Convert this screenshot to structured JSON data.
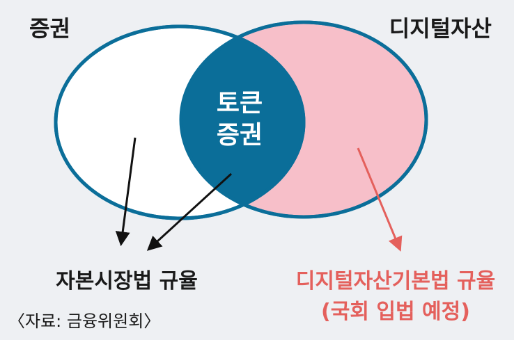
{
  "diagram": {
    "left_set": {
      "label": "증권"
    },
    "right_set": {
      "label": "디지털자산"
    },
    "intersection": {
      "line1": "토큰",
      "line2": "증권"
    },
    "left_regulation": {
      "label": "자본시장법 규율"
    },
    "right_regulation": {
      "line1": "디지털자산기본법 규율",
      "line2": "(국회 입법 예정)"
    },
    "source": "〈자료: 금융위원회〉"
  },
  "colors": {
    "background": "#eef0f3",
    "left_fill": "#ffffff",
    "right_fill": "#f7bfc9",
    "intersection_fill": "#0b6e99",
    "outline": "#0b6e99",
    "text_dark": "#1a1a1a",
    "text_accent": "#e4605c",
    "arrow_dark": "#111111",
    "arrow_accent": "#e4605c"
  }
}
